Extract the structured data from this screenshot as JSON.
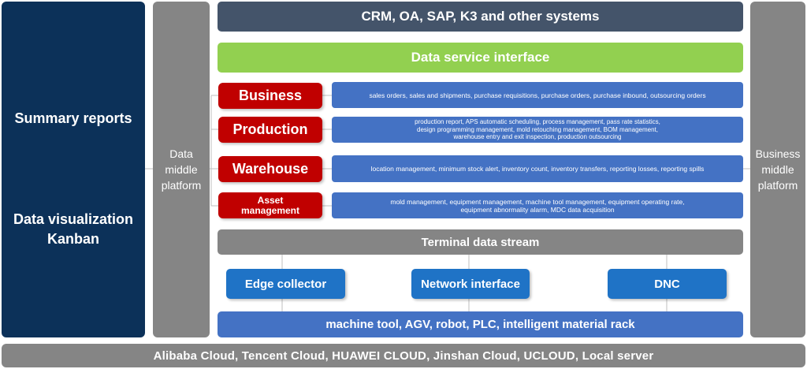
{
  "left_panel": {
    "summary": "Summary reports",
    "kanban": "Data visualization\nKanban"
  },
  "data_middle_platform": "Data\nmiddle\nplatform",
  "business_middle_platform": "Business\nmiddle\nplatform",
  "top_systems": "CRM, OA, SAP, K3 and other systems",
  "data_service_interface": "Data service interface",
  "categories": [
    {
      "label": "Business",
      "detail": "sales orders, sales and shipments, purchase requisitions, purchase orders, purchase inbound, outsourcing orders"
    },
    {
      "label": "Production",
      "detail": "production report, APS automatic scheduling, process management, pass rate statistics,\ndesign programming management, mold retouching management, BOM management,\nwarehouse entry and exit inspection, production outsourcing"
    },
    {
      "label": "Warehouse",
      "detail": "location management, minimum stock alert, inventory count, inventory transfers, reporting losses, reporting spills"
    },
    {
      "label": "Asset\nmanagement",
      "detail": "mold management, equipment management, machine tool management, equipment operating rate,\nequipment abnormality alarm, MDC data acquisition"
    }
  ],
  "terminal_data_stream": "Terminal data stream",
  "collectors": [
    "Edge collector",
    "Network interface",
    "DNC"
  ],
  "devices": "machine tool, AGV, robot, PLC, intelligent material rack",
  "cloud": "Alibaba Cloud, Tencent Cloud, HUAWEI CLOUD, Jinshan Cloud, UCLOUD, Local server",
  "colors": {
    "navy": "#0c3159",
    "gray": "#858585",
    "slate": "#44546a",
    "green": "#92d050",
    "red": "#c00000",
    "blue": "#4472c4",
    "collector_blue": "#1f73c6"
  }
}
